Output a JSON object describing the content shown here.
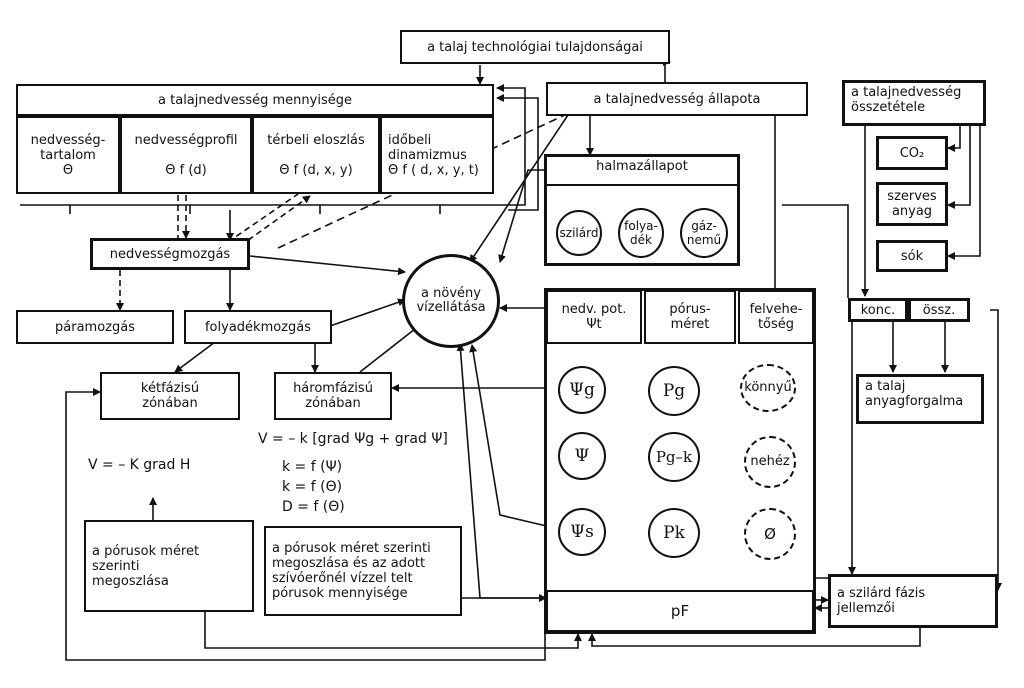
{
  "boxes": {
    "tech_props": "a talaj technológiai tulajdonságai",
    "moisture_amount": "a talajnedvesség mennyisége",
    "moisture_state": "a talajnedvesség állapota",
    "moisture_composition": "a talajnedvesség\nösszetétele",
    "content": "nedvesség-\ntartalom\nΘ",
    "profile": "nedvességprofil\n\nΘ f (d)",
    "spatial": "térbeli eloszlás\n\nΘ f (d, x, y)",
    "temporal": "időbeli\ndinamizmus\nΘ f ( d, x, y, t)",
    "co2": "CO₂",
    "organic": "szerves\nanyag",
    "salts": "sók",
    "aggregate": "halmazállapot",
    "moisture_movement": "nedvességmozgás",
    "vapor": "páramozgás",
    "liquid": "folyadékmozgás",
    "two_phase": "kétfázisú\nzónában",
    "three_phase": "háromfázisú\nzónában",
    "potential": "nedv. pot.\nΨt",
    "pore_size": "pórus-\nméret",
    "availability": "felvehe-\ntőség",
    "conc": "konc.",
    "comp": "össz.",
    "material_flow": "a talaj\nanyagforgalma",
    "pore_distribution": "a pórusok méret\nszerinti\nmegoszlása",
    "pore_water": "a pórusok méret szerinti\nmegoszlása és az adott\nszívóerőnél vízzel telt\npórusok mennyisége",
    "solid_phase": "a szilárd fázis\njellemzői",
    "pf": "pF"
  },
  "circles": {
    "solid": "szilárd",
    "liquid": "folya-\ndék",
    "gas": "gáz-\nnemű",
    "plant_supply": "a növény\nvízellátása",
    "psi_g": "Ψg",
    "psi": "Ψ",
    "psi_s": "Ψs",
    "p_g": "Pg",
    "p_gk": "Pg–k",
    "p_k": "Pk",
    "light": "könnyű",
    "heavy": "nehéz",
    "empty": "Ø"
  },
  "equations": {
    "three_phase_flux": "V = – k [grad  Ψg + grad Ψ]",
    "k_psi": "k  =  f (Ψ)",
    "k_theta": "k  =  f (Θ)",
    "d_theta": "D  =  f (Θ)",
    "two_phase_flux": "V  =  – K grad H"
  }
}
